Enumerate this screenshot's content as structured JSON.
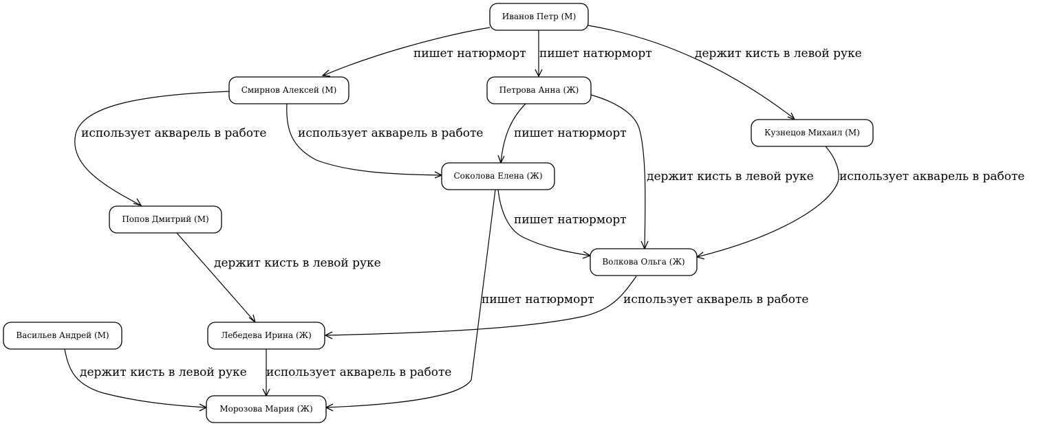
{
  "diagram": {
    "type": "directed-graph",
    "nodes": [
      {
        "id": "ivanov",
        "label": "Иванов Петр (М)"
      },
      {
        "id": "smirnov",
        "label": "Смирнов Алексей (М)"
      },
      {
        "id": "petrova",
        "label": "Петрова Анна (Ж)"
      },
      {
        "id": "kuznetsov",
        "label": "Кузнецов Михаил (М)"
      },
      {
        "id": "sokolova",
        "label": "Соколова Елена (Ж)"
      },
      {
        "id": "popov",
        "label": "Попов Дмитрий (М)"
      },
      {
        "id": "volkova",
        "label": "Волкова Ольга (Ж)"
      },
      {
        "id": "vasiliev",
        "label": "Васильев Андрей (М)"
      },
      {
        "id": "lebedeva",
        "label": "Лебедева Ирина (Ж)"
      },
      {
        "id": "morozova",
        "label": "Морозова Мария (Ж)"
      }
    ],
    "edges": [
      {
        "from": "ivanov",
        "to": "smirnov",
        "label": "пишет натюрморт"
      },
      {
        "from": "ivanov",
        "to": "petrova",
        "label": "пишет натюрморт"
      },
      {
        "from": "ivanov",
        "to": "kuznetsov",
        "label": "держит кисть в левой руке"
      },
      {
        "from": "smirnov",
        "to": "popov",
        "label": "использует акварель в работе"
      },
      {
        "from": "smirnov",
        "to": "sokolova",
        "label": "использует акварель в работе"
      },
      {
        "from": "petrova",
        "to": "sokolova",
        "label": "пишет натюрморт"
      },
      {
        "from": "petrova",
        "to": "volkova",
        "label": "держит кисть в левой руке"
      },
      {
        "from": "kuznetsov",
        "to": "volkova",
        "label": "использует акварель в работе"
      },
      {
        "from": "sokolova",
        "to": "volkova",
        "label": "пишет натюрморт"
      },
      {
        "from": "sokolova",
        "to": "morozova",
        "label": "пишет натюрморт"
      },
      {
        "from": "popov",
        "to": "lebedeva",
        "label": "держит кисть в левой руке"
      },
      {
        "from": "volkova",
        "to": "lebedeva",
        "label": "использует акварель в работе"
      },
      {
        "from": "vasiliev",
        "to": "morozova",
        "label": "держит кисть в левой руке"
      },
      {
        "from": "lebedeva",
        "to": "morozova",
        "label": "использует акварель в работе"
      }
    ]
  }
}
